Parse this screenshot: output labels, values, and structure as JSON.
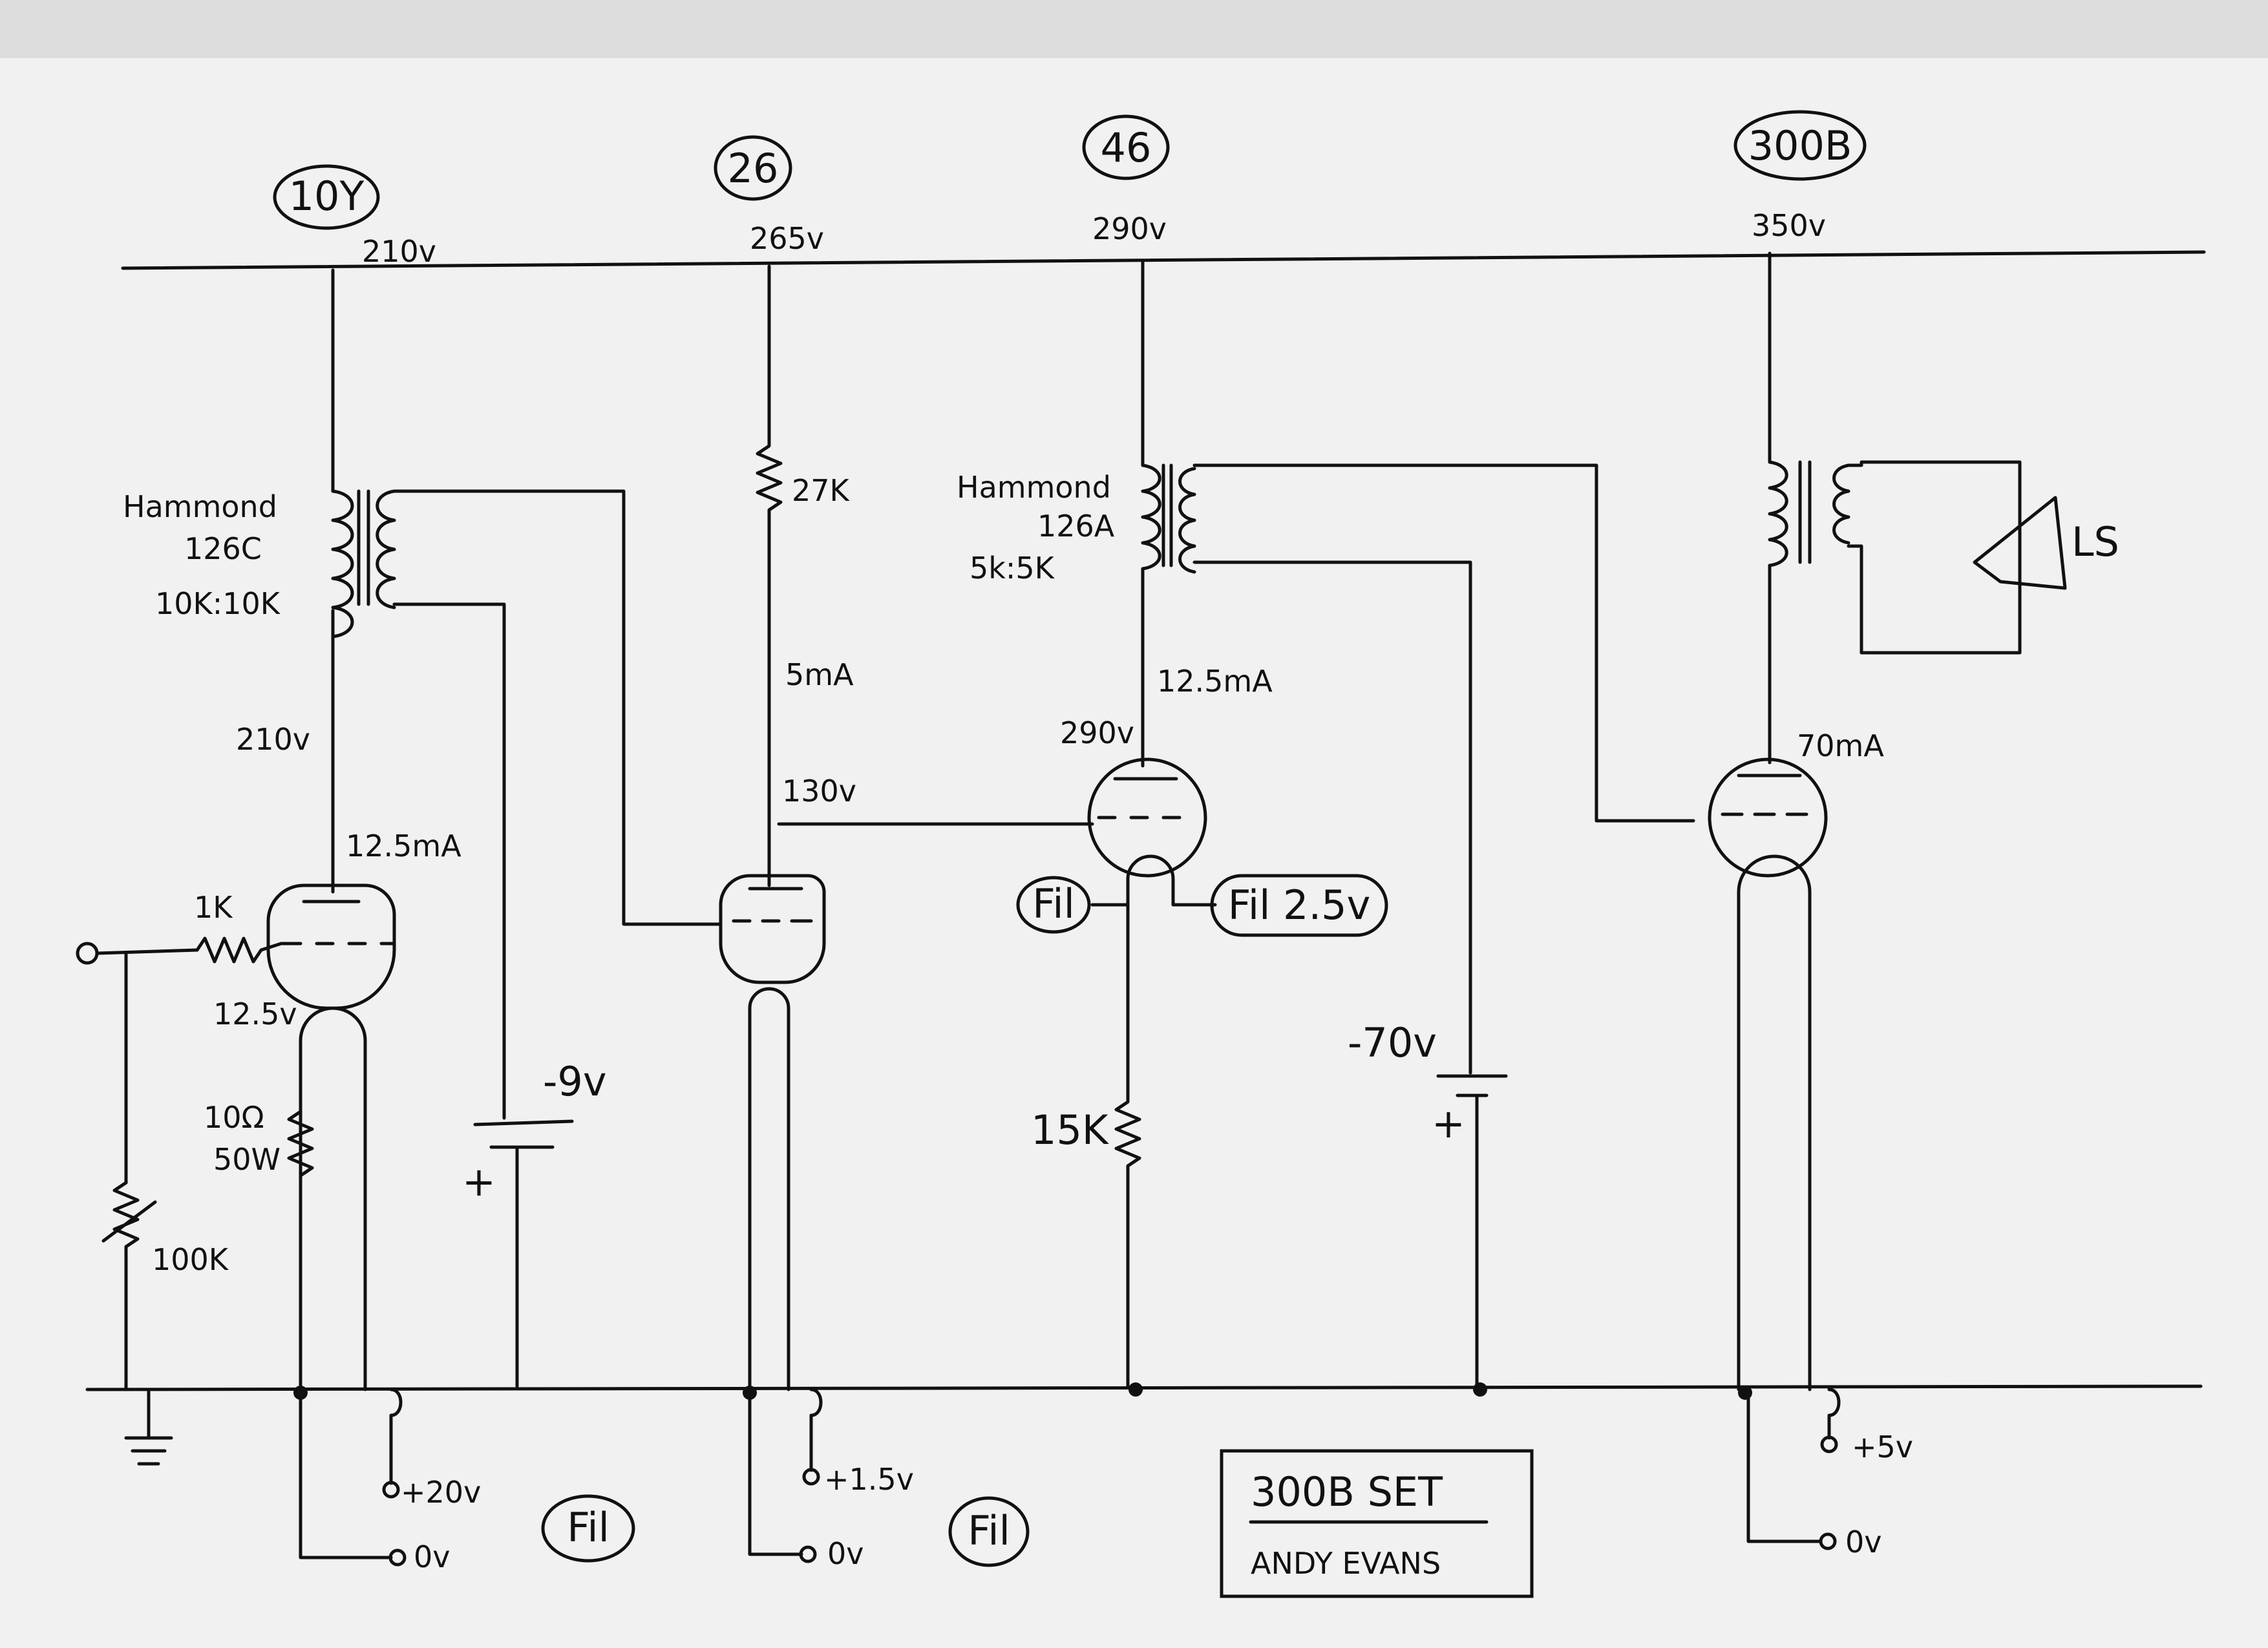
{
  "tubes": {
    "t1": {
      "name": "10Y",
      "supply": "210v",
      "plate": "210v",
      "current": "12.5mA",
      "bias": "12.5v"
    },
    "t2": {
      "name": "26",
      "supply": "265v",
      "current": "5mA",
      "plate": "130v"
    },
    "t3": {
      "name": "46",
      "supply": "290v",
      "current": "12.5mA",
      "plate": "290v"
    },
    "t4": {
      "name": "300B",
      "supply": "350v",
      "current": "70mA"
    }
  },
  "components": {
    "grid_resistor": "1K",
    "pot": "100K",
    "cathode_resistor_value": "10Ω",
    "cathode_resistor_power": "50W",
    "plate_resistor": "27K",
    "cathode_15k": "15K",
    "bias_battery_1": "-9v",
    "bias_battery_2": "-70v",
    "plus_sign": "+",
    "speaker": "LS"
  },
  "transformers": {
    "tx1": {
      "brand": "Hammond",
      "model": "126C",
      "ratio": "10K:10K"
    },
    "tx2": {
      "brand": "Hammond",
      "model": "126A",
      "ratio": "5k:5K"
    }
  },
  "filaments": {
    "fil_label": "Fil",
    "fil_46": "Fil 2.5v",
    "t1_supply": "+20v",
    "t2_supply": "+1.5v",
    "t4_supply": "+5v",
    "zero": "0v"
  },
  "title_block": {
    "title": "300B SET",
    "author": "ANDY EVANS"
  }
}
